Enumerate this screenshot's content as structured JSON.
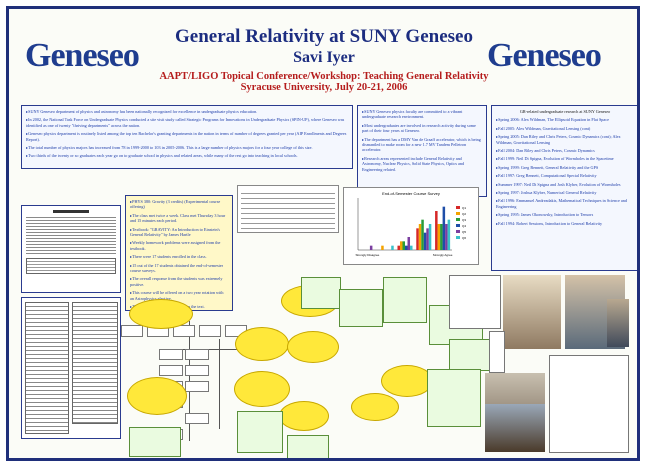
{
  "header": {
    "logo_left": "Geneseo",
    "logo_right": "Geneseo",
    "title": "General Relativity at SUNY Geneseo",
    "author": "Savi Iyer",
    "conference_line1": "AAPT/LIGO Topical Conference/Workshop: Teaching General Relativity",
    "conference_line2": "Syracuse University, July 20-21, 2006"
  },
  "left_list": [
    "SUNY Geneseo department of physics and astronomy has been nationally recognized for excellence in undergraduate physics education.",
    "In 2002, the National Task Force on Undergraduate Physics conducted a site visit study called Strategic Programs for Innovations in Undergraduate Physics (SPIN-UP), where Geneseo was identified as one of twenty \"thriving departments\" across the nation.",
    "Geneseo physics department is routinely listed among the top ten Bachelor's granting departments in the nation in terms of number of degrees granted per year (AIP Enrollments and Degrees Report).",
    "The total number of physics majors has increased from 78 in 1999-2000 to 103 in 2005-2006. This is a large number of physics majors for a four year college of this size.",
    "Two thirds of the twenty or so graduates each year go on to graduate school in physics and related areas, while many of the rest go into teaching in local schools."
  ],
  "mid_list": [
    "SUNY Geneseo physics faculty are committed to a vibrant undergraduate research environment.",
    "Most undergraduates are involved in research activity during some part of their four years at Geneseo.",
    "The department has a DMY Van de Graaff accelerator, which is being dismantled to make room for a new 1.7 MV Tandem Pelletron accelerator.",
    "Research areas represented include General Relativity and Astronomy, Nuclear Physics, Solid State Physics, Optics and Engineering related."
  ],
  "right_list": {
    "heading": "GR-related undergraduate research at SUNY Geneseo",
    "items": [
      "Spring 2006: Alex Wildman, The Ellipsoid Equation in Flat Space",
      "Fall 2005: Alex Wildman, Gravitational Lensing (cont)",
      "Spring 2005: Dan Riley and Chris Peters, Cosmic Dynamics (cont); Alex Wildman, Gravitational Lensing",
      "Fall 2004: Dan Riley and Chris Peters, Cosmic Dynamics",
      "Fall 1999: Neil Di Spigna, Evolution of Wormholes in the Spacetime",
      "Spring 1999: Greg Bennett, General Relativity and the GPS",
      "Fall 1997: Greg Bennett, Computational Special Relativity",
      "Summer 1997: Neil Di Spigna and Josh Klyber, Evolution of Wormholes",
      "Spring 1997: Joshua Klyber, Numerical General Relativity",
      "Fall 1996: Emmanuel Andreadakis, Mathematical Techniques in Science and Engineering",
      "Spring 1995: James Okonowsky, Introduction to Tensors",
      "Fall 1994: Robert Sessions, Introduction to General Relativity"
    ]
  },
  "course_list": [
    "PHYS 380: Gravity (3 credits) (Experimental course offering)",
    "The class met twice a week. Class met Thursday 3 hour and 15 minutes each period.",
    "Textbook: \"GRAVITY: An Introduction to Einstein's General Relativity\" by James Hartle",
    "Weekly homework problems were assigned from the textbook.",
    "There were 17 students enrolled in the class.",
    "15 out of the 17 students obtained the end-of-semester course surveys.",
    "The overall response from the students was extremely positive.",
    "This course will be offered on a two year rotation with an Astrophysics elective.",
    "The flowchart below is taken from the text."
  ],
  "chart_data": {
    "type": "bar",
    "title": "End-of-Semester Course Survey",
    "categories": [
      "Strongly Disagree",
      "",
      "",
      "",
      "Strongly Agree"
    ],
    "series": [
      {
        "name": "Q1",
        "values": [
          0,
          0,
          1,
          5,
          9
        ],
        "color": "#d62828"
      },
      {
        "name": "Q2",
        "values": [
          0,
          1,
          2,
          6,
          6
        ],
        "color": "#f4a300"
      },
      {
        "name": "Q3",
        "values": [
          0,
          0,
          2,
          7,
          6
        ],
        "color": "#2a9d3a"
      },
      {
        "name": "Q4",
        "values": [
          0,
          0,
          1,
          4,
          10
        ],
        "color": "#1f4ea8"
      },
      {
        "name": "Q5",
        "values": [
          1,
          0,
          3,
          5,
          6
        ],
        "color": "#7b3fa0"
      },
      {
        "name": "Q6",
        "values": [
          0,
          1,
          1,
          6,
          7
        ],
        "color": "#3ac1c9"
      }
    ],
    "ylim": [
      0,
      12
    ],
    "legend": "right"
  },
  "colors": {
    "frame": "#1f2f7a",
    "title": "#1c2d80",
    "conference": "#b51c1c",
    "bullet": "#1a3aa8",
    "bubble": "#ffe83a"
  }
}
